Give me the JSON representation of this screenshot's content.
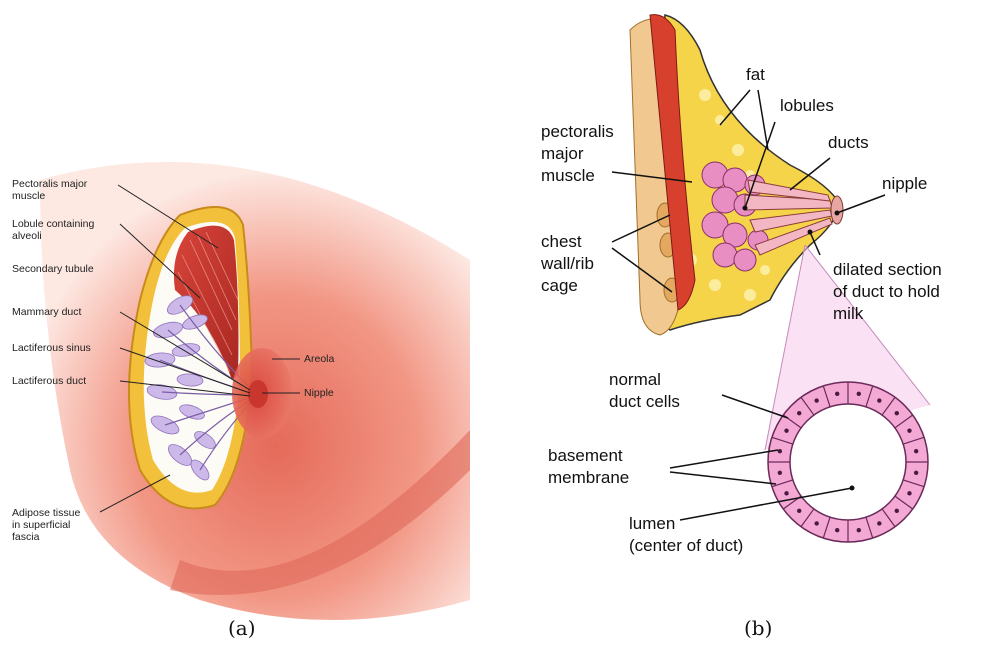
{
  "figure_a": {
    "caption": "(a)",
    "labels": {
      "pectoralis": "Pectoralis major\nmuscle",
      "lobule": "Lobule containing\nalveoli",
      "secondary_tubule": "Secondary tubule",
      "mammary_duct": "Mammary duct",
      "lactiferous_sinus": "Lactiferous sinus",
      "lactiferous_duct": "Lactiferous duct",
      "adipose": "Adipose tissue\nin superficial\nfascia",
      "areola": "Areola",
      "nipple": "Nipple"
    }
  },
  "figure_b": {
    "caption": "(b)",
    "labels": {
      "fat": "fat",
      "lobules": "lobules",
      "ducts": "ducts",
      "nipple": "nipple",
      "pectoralis": "pectoralis\nmajor\nmuscle",
      "chest_wall": "chest\nwall/rib\ncage",
      "dilated": "dilated section\nof duct to hold\nmilk",
      "normal_cells": "normal\nduct cells",
      "basement": "basement\nmembrane",
      "lumen": "lumen\n(center of duct)"
    }
  },
  "colors": {
    "skin_light": "#fbe3dc",
    "skin": "#ef8a78",
    "muscle": "#c8332c",
    "fat": "#f3c640",
    "lobule": "#c9b4e6",
    "duct_cell": "#f6b6dc"
  }
}
